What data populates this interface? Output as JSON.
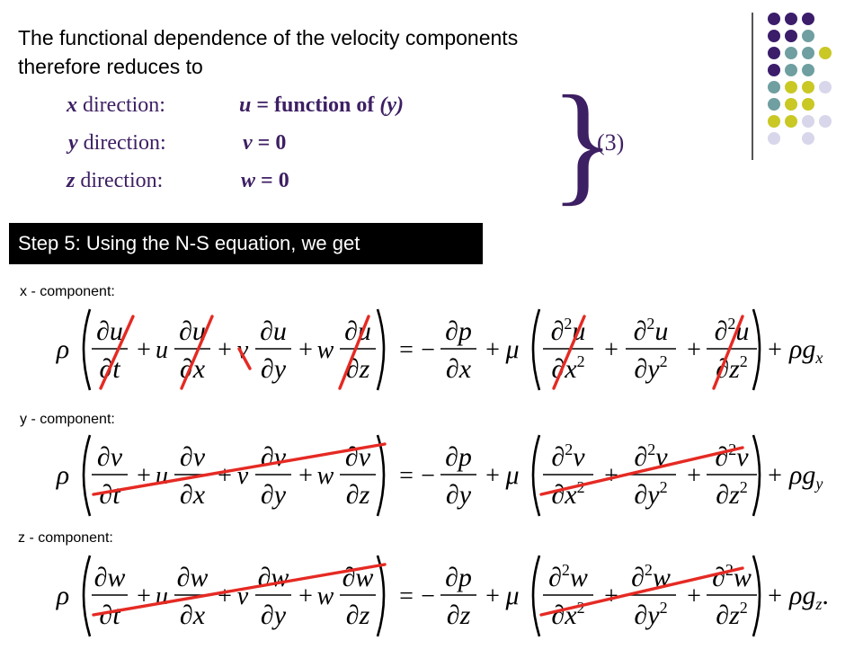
{
  "intro": {
    "line1": "The functional dependence of the velocity components",
    "line2": "therefore reduces to"
  },
  "directions": [
    {
      "axis": "x",
      "label": " direction:",
      "lhs": "u",
      "rel": " = function of ",
      "arg": "(y)"
    },
    {
      "axis": "y",
      "label": " direction:",
      "lhs": "v",
      "rel": " = 0",
      "arg": ""
    },
    {
      "axis": "z",
      "label": " direction:",
      "lhs": "w",
      "rel": " = 0",
      "arg": ""
    }
  ],
  "equation_number": "(3)",
  "step": "Step 5: Using the N-S equation, we get",
  "components": {
    "x": {
      "label": "x - component:",
      "vel": "u",
      "grav": "x",
      "trail": ""
    },
    "y": {
      "label": "y - component:",
      "vel": "v",
      "grav": "y",
      "trail": ""
    },
    "z": {
      "label": "z - component:",
      "vel": "w",
      "grav": "z",
      "trail": "."
    }
  },
  "symbols": {
    "rho": "ρ",
    "mu": "μ",
    "partial": "∂",
    "t": "t",
    "x": "x",
    "y": "y",
    "z": "z",
    "p": "p",
    "u": "u",
    "v": "v",
    "w": "w",
    "g": "g",
    "two": "2",
    "plus": "+",
    "minus": "−",
    "equals": "="
  },
  "colors": {
    "heading": "#3d1f63",
    "strike": "#e52a23",
    "purple": "#3b1d6a",
    "teal": "#6f9fa0",
    "olive": "#c9c825",
    "lavender": "#d7d6ea"
  },
  "decor_dots": [
    [
      "purple",
      "purple",
      "purple",
      ""
    ],
    [
      "purple",
      "purple",
      "teal",
      ""
    ],
    [
      "purple",
      "teal",
      "teal",
      "olive"
    ],
    [
      "purple",
      "teal",
      "teal",
      ""
    ],
    [
      "teal",
      "olive",
      "olive",
      "lavender"
    ],
    [
      "teal",
      "olive",
      "olive",
      ""
    ],
    [
      "olive",
      "olive",
      "lavender",
      "lavender"
    ],
    [
      "lavender",
      "",
      "lavender",
      ""
    ]
  ]
}
